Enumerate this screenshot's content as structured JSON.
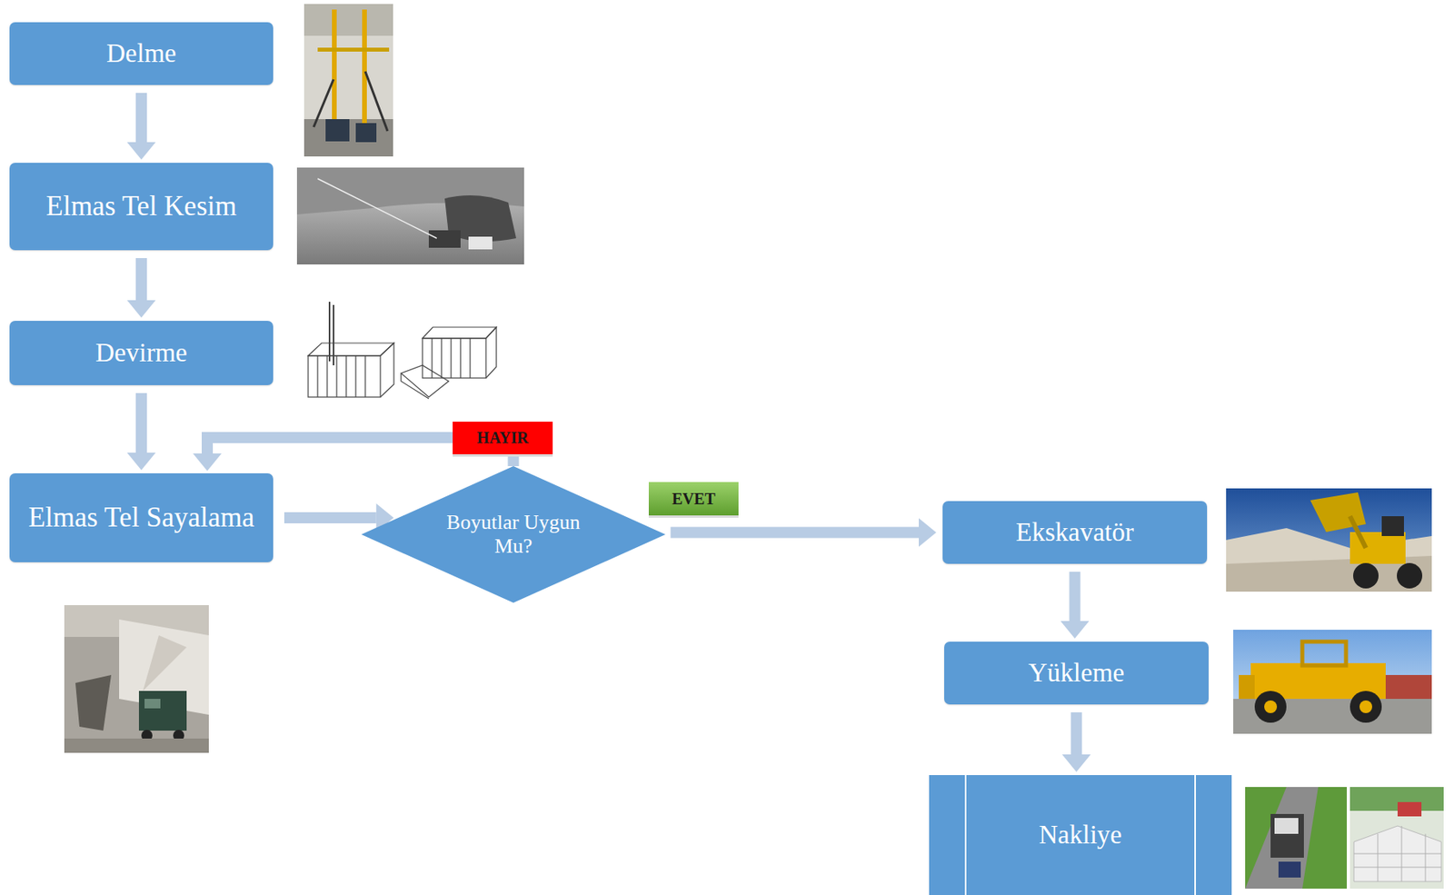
{
  "diagram": {
    "nodes": [
      {
        "text": [
          "Delme"
        ]
      },
      {
        "text": [
          "Elmas Tel Kesim"
        ]
      },
      {
        "text": [
          "Devirme"
        ]
      },
      {
        "text": [
          "Elmas Tel Sayalama"
        ]
      },
      {
        "text": [
          "Boyutlar Uygun Mu?"
        ]
      },
      {
        "text": [
          "Ekskavatör"
        ]
      },
      {
        "text": [
          "Yükleme"
        ]
      },
      {
        "text": [
          "Nakliye"
        ]
      }
    ],
    "edges": [
      {
        "from": 0,
        "to": 1,
        "arrow": "to"
      },
      {
        "from": 1,
        "to": 2,
        "arrow": "to"
      },
      {
        "from": 2,
        "to": 3,
        "arrow": "to"
      },
      {
        "from": 3,
        "to": 4,
        "arrow": "to"
      },
      {
        "from": 4,
        "to": 3,
        "label": "HAYIR",
        "arrow": "to"
      },
      {
        "from": 4,
        "to": 5,
        "label": "EVET",
        "arrow": "to"
      },
      {
        "from": 5,
        "to": 6,
        "arrow": "to"
      },
      {
        "from": 6,
        "to": 7,
        "arrow": "to"
      }
    ]
  }
}
